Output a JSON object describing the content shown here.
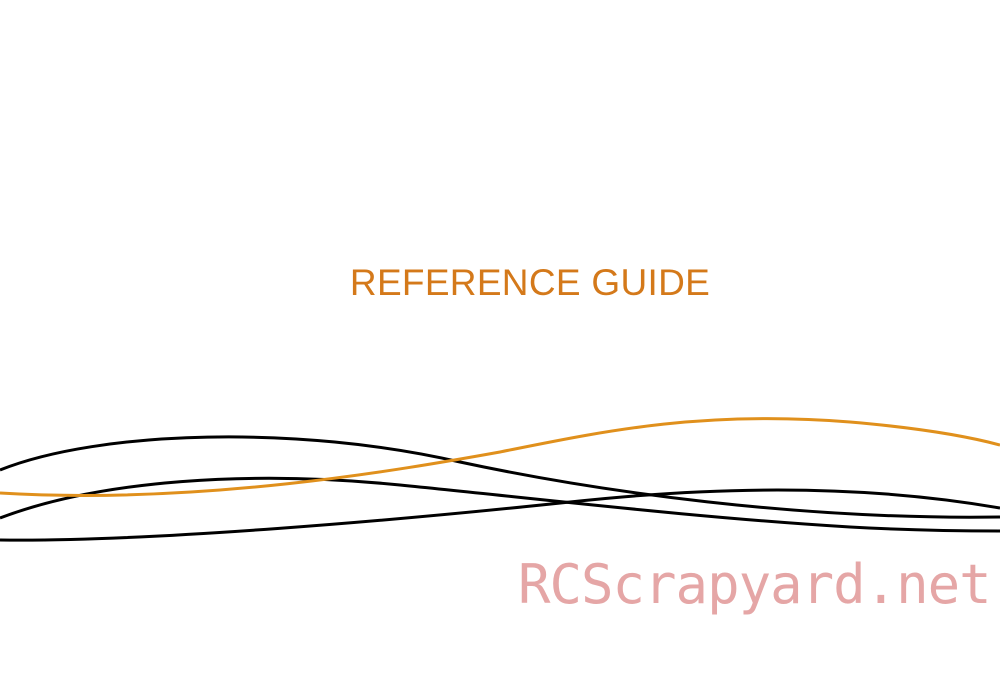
{
  "document": {
    "title": "REFERENCE GUIDE",
    "title_color": "#d4791a"
  },
  "decoration": {
    "wave_colors": [
      "#000000",
      "#000000",
      "#000000",
      "#e0901c"
    ],
    "icon": "wave-lines"
  },
  "watermark": {
    "text": "RCScrapyard.net",
    "color": "#e5a6a6"
  }
}
